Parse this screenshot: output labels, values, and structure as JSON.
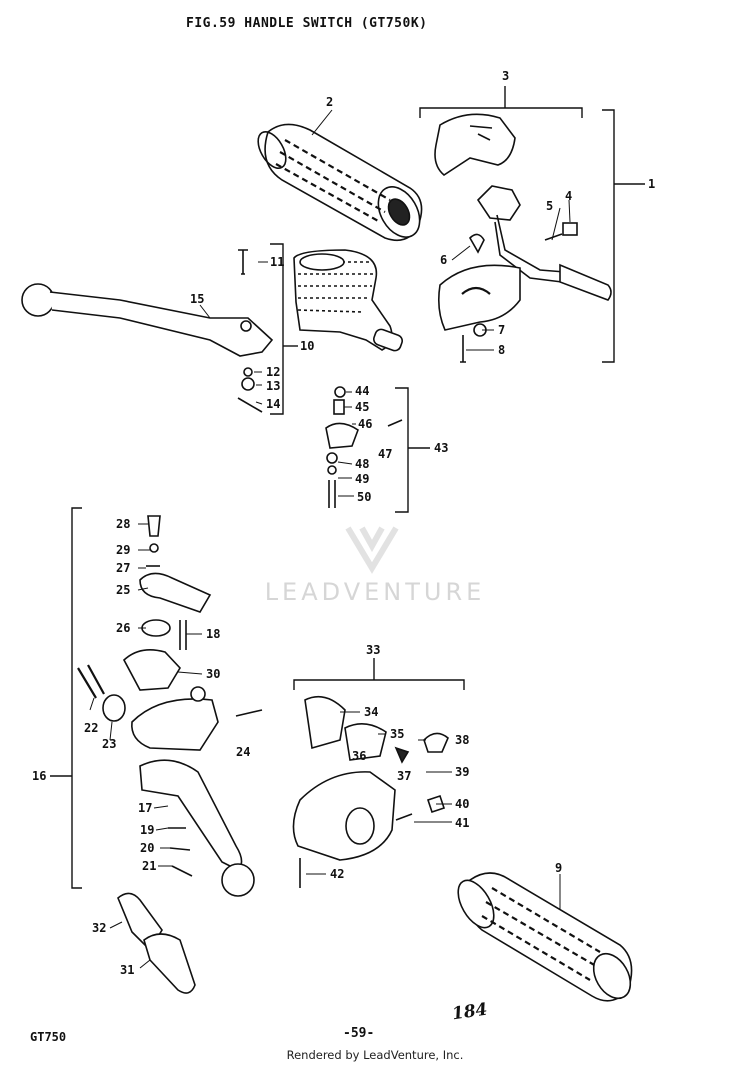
{
  "title": "FIG.59  HANDLE SWITCH (GT750K)",
  "watermark": "LEADVENTURE",
  "footer": {
    "model": "GT750",
    "page": "-59-",
    "handwritten_note": "184",
    "rendered_by": "Rendered by LeadVenture, Inc."
  },
  "part_labels": {
    "p1": "1",
    "p2": "2",
    "p3": "3",
    "p4": "4",
    "p5": "5",
    "p6": "6",
    "p7": "7",
    "p8": "8",
    "p9": "9",
    "p10": "10",
    "p11": "11",
    "p12": "12",
    "p13": "13",
    "p14": "14",
    "p15": "15",
    "p16": "16",
    "p17": "17",
    "p18": "18",
    "p19": "19",
    "p20": "20",
    "p21": "21",
    "p22": "22",
    "p23": "23",
    "p24": "24",
    "p25": "25",
    "p26": "26",
    "p27": "27",
    "p28": "28",
    "p29": "29",
    "p30": "30",
    "p31": "31",
    "p32": "32",
    "p33": "33",
    "p34": "34",
    "p35": "35",
    "p36": "36",
    "p37": "37",
    "p38": "38",
    "p39": "39",
    "p40": "40",
    "p41": "41",
    "p42": "42",
    "p43": "43",
    "p44": "44",
    "p45": "45",
    "p46": "46",
    "p47": "47",
    "p48": "48",
    "p49": "49",
    "p50": "50"
  }
}
